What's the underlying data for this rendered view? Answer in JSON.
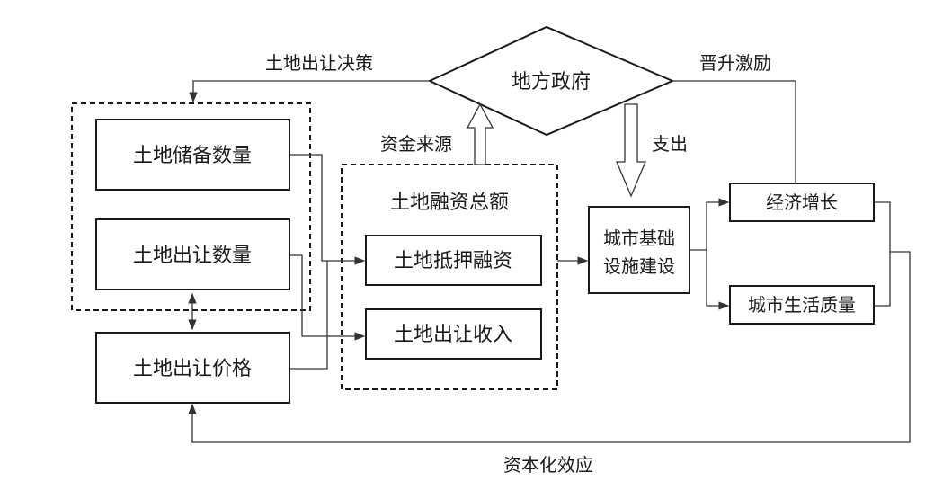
{
  "nodes": {
    "government": "地方政府",
    "land_reserve": "土地储备数量",
    "land_transfer_qty": "土地出让数量",
    "land_price": "土地出让价格",
    "financing_total": "土地融资总额",
    "mortgage_financing": "土地抵押融资",
    "transfer_income": "土地出让收入",
    "infrastructure_line1": "城市基础",
    "infrastructure_line2": "设施建设",
    "economic_growth": "经济增长",
    "life_quality": "城市生活质量"
  },
  "edges": {
    "transfer_decision": "土地出让决策",
    "promotion_incentive": "晋升激励",
    "fund_source": "资金来源",
    "expenditure": "支出",
    "capitalization_effect": "资本化效应"
  }
}
